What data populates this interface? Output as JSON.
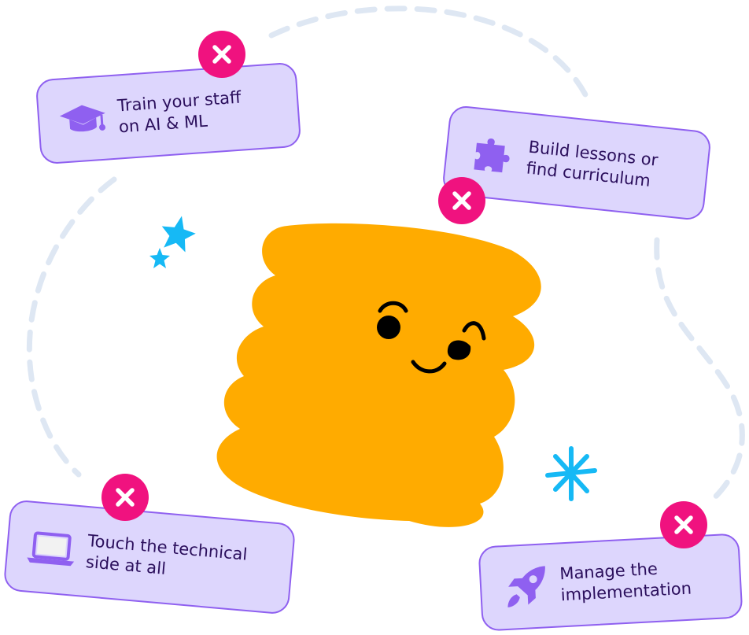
{
  "colors": {
    "card_fill": "#ddd6fd",
    "card_border": "#8f60f0",
    "icon": "#8f60f0",
    "text": "#2b0f5c",
    "remove_button": "#f0127f",
    "mascot": "#ffab00",
    "sparkle": "#16b9f5",
    "dashed_path": "#dee7f3"
  },
  "cards": [
    {
      "id": "train",
      "label": "Train your staff\non AI & ML",
      "icon": "graduation-cap-icon"
    },
    {
      "id": "build",
      "label": "Build lessons or\nfind curriculum",
      "icon": "puzzle-piece-icon"
    },
    {
      "id": "touch",
      "label": "Touch the technical\nside at all",
      "icon": "laptop-icon"
    },
    {
      "id": "manage",
      "label": "Manage the\nimplementation",
      "icon": "rocket-icon"
    }
  ],
  "remove_icon": "close-icon",
  "mascot": {
    "name": "winking-mascot"
  },
  "decorations": [
    "star-icon",
    "star-icon",
    "sparkle-icon"
  ]
}
